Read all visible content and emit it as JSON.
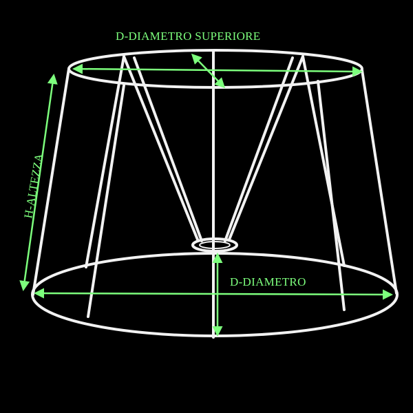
{
  "labels": {
    "top_diameter": "D-DIAMETRO SUPERIORE",
    "height": "H-ALTEZZA",
    "bottom_diameter": "D-DIAMETRO"
  },
  "colors": {
    "background": "#000000",
    "wire": "#f2f2f2",
    "annotation": "#7dff7d"
  }
}
